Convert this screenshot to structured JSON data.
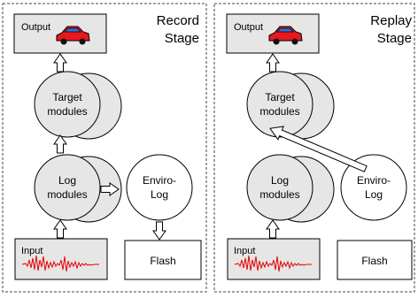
{
  "record": {
    "title_line1": "Record",
    "title_line2": "Stage",
    "output_label": "Output",
    "target_line1": "Target",
    "target_line2": "modules",
    "log_line1": "Log",
    "log_line2": "modules",
    "enviro_line1": "Enviro-",
    "enviro_line2": "Log",
    "input_label": "Input",
    "flash_label": "Flash"
  },
  "replay": {
    "title_line1": "Replay",
    "title_line2": "Stage",
    "output_label": "Output",
    "target_line1": "Target",
    "target_line2": "modules",
    "log_line1": "Log",
    "log_line2": "modules",
    "enviro_line1": "Enviro-",
    "enviro_line2": "Log",
    "input_label": "Input",
    "flash_label": "Flash"
  },
  "colors": {
    "box_fill": "#e6e6e6",
    "circle_fill": "#e6e6e6",
    "stroke": "#000000",
    "signal": "#e60000",
    "car_body": "#e8181f",
    "car_window": "#2f6fd6"
  },
  "icons": {
    "output": "car-icon",
    "input": "waveform-icon"
  }
}
